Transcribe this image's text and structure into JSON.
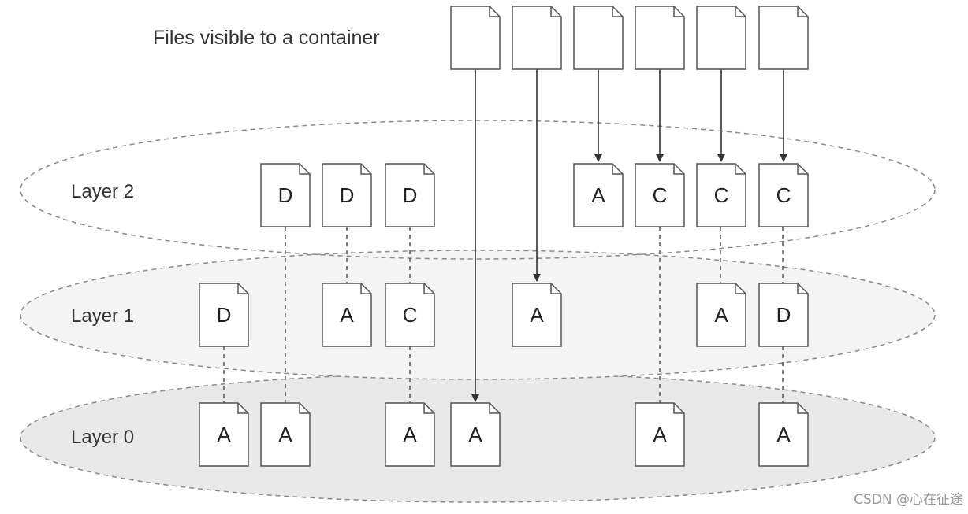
{
  "title": "Files visible to a container",
  "watermark": "CSDN @心在征途",
  "colors": {
    "layer2_fill": "#ffffff",
    "layer1_fill": "#f4f4f4",
    "layer0_fill": "#e9e9e9",
    "ellipse_stroke": "#8a8a8a",
    "doc_stroke": "#555555",
    "arrow": "#333333"
  },
  "layers": [
    {
      "label": "Layer 2",
      "files": [
        "D",
        "D",
        "D",
        "A",
        "C",
        "C",
        "C"
      ]
    },
    {
      "label": "Layer 1",
      "files": [
        "D",
        "A",
        "C",
        "A",
        "A",
        "D"
      ]
    },
    {
      "label": "Layer 0",
      "files": [
        "A",
        "A",
        "A",
        "A",
        "A",
        "A"
      ]
    }
  ],
  "visible_files_count": 6
}
